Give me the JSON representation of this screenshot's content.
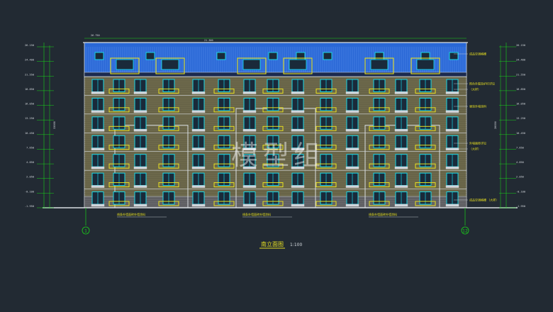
{
  "drawing": {
    "title": "南立面图",
    "scale": "1:100",
    "watermark": "模型组",
    "axis_left": "1",
    "axis_right": "12",
    "top_dims": [
      "26.750",
      "21.300"
    ],
    "elevations_left": [
      "26.150",
      "24.400",
      "21.550",
      "18.850",
      "16.050",
      "13.250",
      "10.450",
      "7.650",
      "4.850",
      "2.050",
      "-0.100",
      "-1.950"
    ],
    "elevations_right": [
      "26.150",
      "24.400",
      "21.550",
      "18.850",
      "16.050",
      "13.250",
      "10.450",
      "7.650",
      "4.850",
      "2.050",
      "-0.100",
      "-1.950"
    ],
    "side_dims": [
      "33000",
      "28050"
    ],
    "notes_right": [
      "成品空调格栅",
      "阳台外窗及护栏详见",
      "（大样）",
      "外墙面砖详见",
      "（大样）",
      "弹涂外墙涂料",
      "成品空调格栅 （大样）"
    ],
    "notes_bottom": [
      "线条外墙面砖外墙涂料",
      "线条外墙面砖外墙涂料",
      "线条外墙面砖外墙涂料"
    ]
  },
  "colors": {
    "background": "#222a33",
    "line_white": "#d8dde2",
    "green": "#19d219",
    "cyan": "#18d8e8",
    "yellow": "#e8e020",
    "blue_roof": "#2a68d6",
    "brick": "#6e6a4c",
    "brick_dark": "#55543d"
  }
}
